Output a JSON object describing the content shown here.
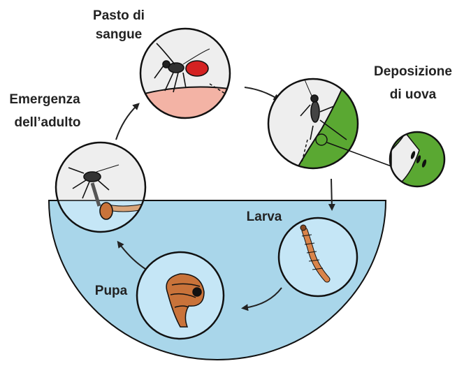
{
  "stages": {
    "blood_meal": {
      "line1": "Pasto di",
      "line2": "sangue"
    },
    "egg_laying": {
      "line1": "Deposizione",
      "line2": "di uova"
    },
    "adult_emergence": {
      "line1": "Emergenza",
      "line2": "dell’adulto"
    },
    "larva": {
      "label": "Larva"
    },
    "pupa": {
      "label": "Pupa"
    }
  },
  "colors": {
    "water": "#a9d6ea",
    "water_light": "#c5e6f6",
    "skin": "#f3b3a5",
    "leaf": "#5aa832",
    "circle_bg": "#eeeeee",
    "blood": "#d42222",
    "outline": "#111111",
    "larva_body": "#d9844a",
    "pupa_body": "#c9733a"
  },
  "icons": {
    "adult_mosquito": "mosquito-icon",
    "feeding_mosquito": "mosquito-icon",
    "egg_laying_mosquito": "mosquito-icon",
    "eggs": "egg-icon",
    "larva": "larva-icon",
    "pupa": "pupa-icon"
  }
}
